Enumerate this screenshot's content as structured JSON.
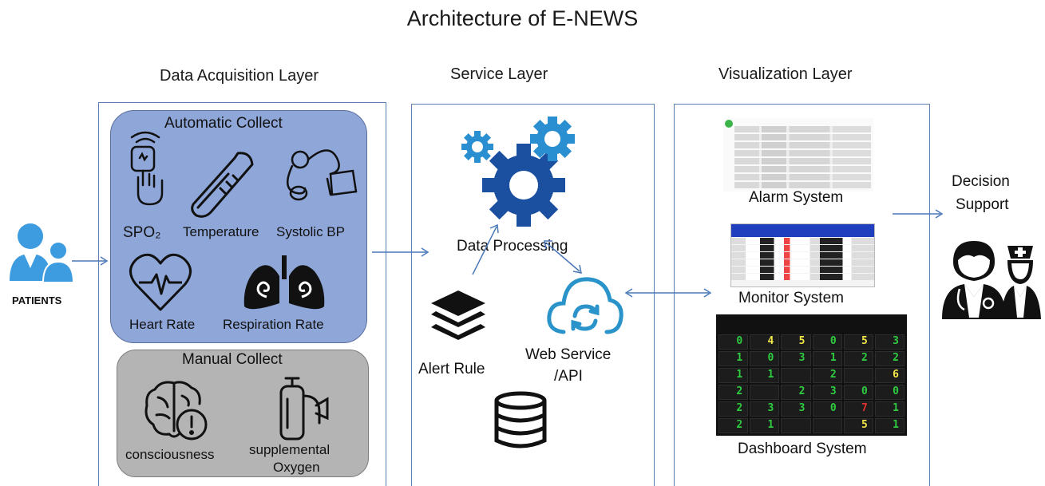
{
  "title": "Architecture of E-NEWS",
  "layers": {
    "acquisition": "Data Acquisition Layer",
    "service": "Service Layer",
    "visualization": "Visualization Layer"
  },
  "patients": {
    "label": "PATIENTS"
  },
  "acquisition": {
    "automatic": {
      "title": "Automatic Collect",
      "items": [
        "SPO₂",
        "Temperature",
        "Systolic BP",
        "Heart Rate",
        "Respiration Rate"
      ]
    },
    "manual": {
      "title": "Manual Collect",
      "items": [
        "consciousness",
        "supplemental",
        "Oxygen"
      ]
    }
  },
  "service": {
    "processing": "Data Processing",
    "alert_rule": "Alert Rule",
    "web_service_1": "Web Service",
    "web_service_2": "/API"
  },
  "visualization": {
    "alarm": "Alarm System",
    "monitor": "Monitor System",
    "dashboard": "Dashboard System"
  },
  "decision": {
    "line1": "Decision",
    "line2": "Support"
  },
  "dashboard_values": [
    "0",
    "4",
    "5",
    "0",
    "5",
    "3",
    "1",
    "0",
    "3",
    "1",
    "2",
    "2",
    "1",
    "1",
    "",
    "2",
    "",
    "6",
    "2",
    "",
    "2",
    "3",
    "0",
    "0",
    "2",
    "3",
    "3",
    "0",
    "7",
    "1",
    "2",
    "1",
    "",
    "",
    "5",
    "1"
  ],
  "dashboard_colors": [
    "#2ecc40",
    "#f1e64a",
    "#f1e64a",
    "#2ecc40",
    "#f1e64a",
    "#2ecc40",
    "#2ecc40",
    "#2ecc40",
    "#2ecc40",
    "#2ecc40",
    "#2ecc40",
    "#2ecc40",
    "#2ecc40",
    "#2ecc40",
    "#2ecc40",
    "#2ecc40",
    "#2ecc40",
    "#f1e64a",
    "#2ecc40",
    "#2ecc40",
    "#2ecc40",
    "#2ecc40",
    "#2ecc40",
    "#2ecc40",
    "#2ecc40",
    "#2ecc40",
    "#2ecc40",
    "#2ecc40",
    "#e03030",
    "#2ecc40",
    "#2ecc40",
    "#2ecc40",
    "#2ecc40",
    "#2ecc40",
    "#f1e64a",
    "#2ecc40"
  ],
  "colors": {
    "panel_border": "#5a7fb0",
    "automatic_fill": "#8fa6d8",
    "manual_fill": "#b4b4b4",
    "gear_blue": "#2b5aa8",
    "gear_light": "#1e90c8",
    "cloud_blue": "#2a93c9",
    "patient_blue": "#3d9be0",
    "arrow_blue": "#4a78b8"
  }
}
